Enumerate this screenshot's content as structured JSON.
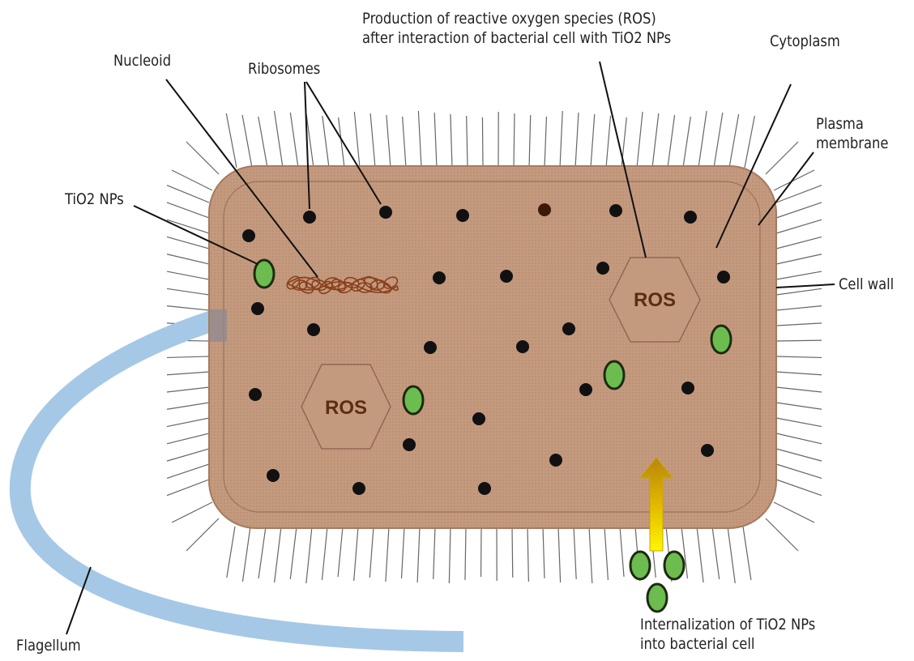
{
  "labels": {
    "nucleoid": "Nucleoid",
    "ribosomes": "Ribosomes",
    "ros_production_line1": "Production of reactive oxygen species (ROS)",
    "ros_production_line2": "after interaction of bacterial cell with TiO2 NPs",
    "cytoplasm": "Cytoplasm",
    "plasma_membrane_line1": "Plasma",
    "plasma_membrane_line2": "membrane",
    "tio2_nps": "TiO2 NPs",
    "cell_wall": "Cell wall",
    "flagellum": "Flagellum",
    "internalization_line1": "Internalization of TiO2 NPs",
    "internalization_line2": "into bacterial cell",
    "ros": "ROS"
  },
  "colors": {
    "cell_body": "#c49a7e",
    "cell_edge": "#a57a60",
    "ribosome": "#111111",
    "nanoparticle_fill": "#6cbc4f",
    "flagellum": "#a5c8e6",
    "arrow": "#d9b200",
    "leader_line": "#111111"
  }
}
